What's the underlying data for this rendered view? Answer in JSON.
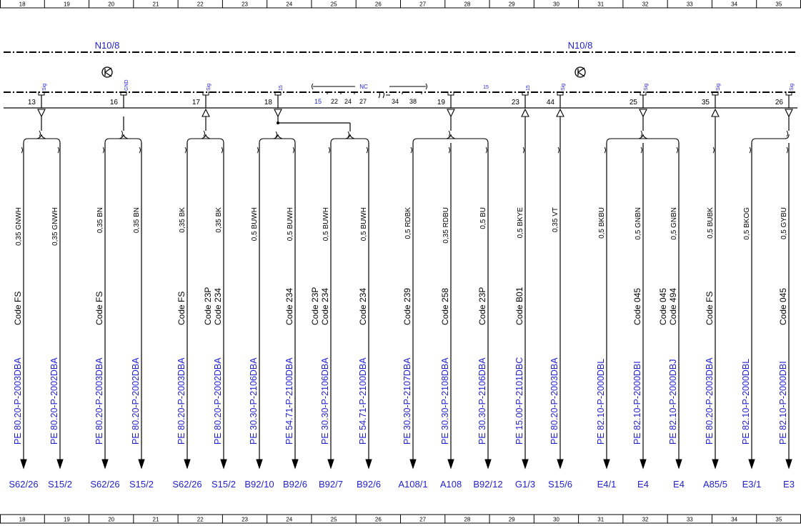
{
  "ruler": {
    "columns": [
      "18",
      "19",
      "20",
      "21",
      "22",
      "23",
      "24",
      "25",
      "26",
      "27",
      "28",
      "29",
      "30",
      "31",
      "32",
      "33",
      "34",
      "35"
    ]
  },
  "connectors": [
    {
      "label": "N10/8"
    },
    {
      "label": "N10/8"
    }
  ],
  "signal_labels": {
    "sig": "Sig",
    "gnd": "GND",
    "fifteen": "15",
    "nc": "NC"
  },
  "pin_numbers": [
    "13",
    "16",
    "17",
    "18",
    "19",
    "23",
    "44",
    "25",
    "35",
    "26"
  ],
  "nc_pins": [
    "15",
    "22",
    "24",
    "27",
    "34",
    "38"
  ],
  "wires": [
    {
      "pin_group": "13",
      "size_color": "0,35 GNWH",
      "code": "Code FS",
      "connector": "PE 80.20-P-2003DBA",
      "dest": "S62/26"
    },
    {
      "pin_group": "13",
      "size_color": "0,35 GNWH",
      "code": "",
      "connector": "PE 80.20-P-2002DBA",
      "dest": "S15/2"
    },
    {
      "pin_group": "16",
      "size_color": "0,35 BN",
      "code": "Code FS",
      "connector": "PE 80.20-P-2003DBA",
      "dest": "S62/26"
    },
    {
      "pin_group": "16",
      "size_color": "0,35 BN",
      "code": "",
      "connector": "PE 80.20-P-2002DBA",
      "dest": "S15/2"
    },
    {
      "pin_group": "17",
      "size_color": "0,35 BK",
      "code": "Code FS",
      "connector": "PE 80.20-P-2003DBA",
      "dest": "S62/26"
    },
    {
      "pin_group": "17",
      "size_color": "0,35 BK",
      "code": "Code 23P\nCode 234",
      "connector": "PE 80.20-P-2002DBA",
      "dest": "S15/2"
    },
    {
      "pin_group": "18",
      "size_color": "0,5 BUWH",
      "code": "",
      "connector": "PE 30.30-P-2106DBA",
      "dest": "B92/10"
    },
    {
      "pin_group": "18",
      "size_color": "0,5 BUWH",
      "code": "Code 234",
      "connector": "PE 54.71-P-2100DBA",
      "dest": "B92/6"
    },
    {
      "pin_group": "18b",
      "size_color": "0,5 BUWH",
      "code": "Code 23P\nCode 234",
      "connector": "PE 30.30-P-2106DBA",
      "dest": "B92/7"
    },
    {
      "pin_group": "18b",
      "size_color": "0,5 BUWH",
      "code": "Code 234",
      "connector": "PE 54.71-P-2100DBA",
      "dest": "B92/6"
    },
    {
      "pin_group": "19",
      "size_color": "0,5 RDBK",
      "code": "Code 239",
      "connector": "PE 30.30-P-2107DBA",
      "dest": "A108/1"
    },
    {
      "pin_group": "19",
      "size_color": "0,35 RDBU",
      "code": "Code 258",
      "connector": "PE 30.30-P-2108DBA",
      "dest": "A108"
    },
    {
      "pin_group": "19",
      "size_color": "0,5 BU",
      "code": "Code 23P",
      "connector": "PE 30.30-P-2106DBA",
      "dest": "B92/12"
    },
    {
      "pin_group": "23",
      "size_color": "0,5 BKYE",
      "code": "Code B01",
      "connector": "PE 15.00-P-2101DBC",
      "dest": "G1/3"
    },
    {
      "pin_group": "44",
      "size_color": "0,35 VT",
      "code": "",
      "connector": "PE 80.20-P-2003DBA",
      "dest": "S15/6"
    },
    {
      "pin_group": "25",
      "size_color": "0,5 BKBU",
      "code": "",
      "connector": "PE 82.10-P-2000DBL",
      "dest": "E4/1"
    },
    {
      "pin_group": "25",
      "size_color": "0,5 GNBN",
      "code": "Code 045",
      "connector": "PE 82.10-P-2000DBI",
      "dest": "E4"
    },
    {
      "pin_group": "25",
      "size_color": "0,5 GNBN",
      "code": "Code 045\nCode 494",
      "connector": "PE 82.10-P-2000DBJ",
      "dest": "E4"
    },
    {
      "pin_group": "35",
      "size_color": "0,5 BUBK",
      "code": "Code FS",
      "connector": "PE 80.20-P-2003DBA",
      "dest": "A85/5"
    },
    {
      "pin_group": "26",
      "size_color": "0,5 BKOG",
      "code": "",
      "connector": "PE 82.10-P-2000DBL",
      "dest": "E3/1"
    },
    {
      "pin_group": "26",
      "size_color": "0,5 GYBU",
      "code": "Code 045",
      "connector": "PE 82.10-P-2000DBI",
      "dest": "E3"
    }
  ],
  "colors": {
    "line": "#000000",
    "blue": "#1f1fd0"
  }
}
